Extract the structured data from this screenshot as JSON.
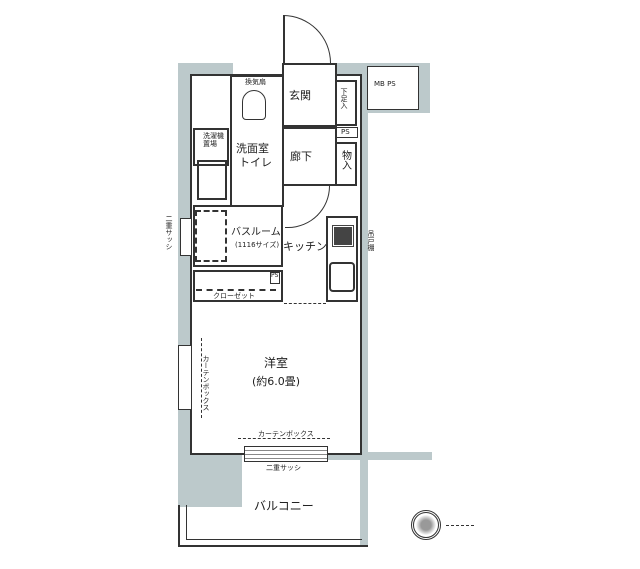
{
  "rooms": {
    "entrance": "玄関",
    "shoe_storage": "下足入",
    "hallway": "廊下",
    "storage": "物入",
    "ps": "PS",
    "ps2": "PS",
    "ps3": "PS",
    "washroom": "洗面室\nトイレ",
    "washroom_line1": "洗面室",
    "washroom_line2": "トイレ",
    "washer": "洗濯機置場",
    "bathroom": "バスルーム",
    "bathroom_size": "(1116サイズ)",
    "kitchen": "キッチン",
    "closet": "クローゼット",
    "western_room": "洋室",
    "western_room_size": "(約6.0畳)",
    "curtain_box": "カーテンボックス",
    "curtain_box_left": "カーテンボックス",
    "double_sash": "二重サッシ",
    "double_sash_left": "二重サッシ",
    "balcony": "バルコニー",
    "mb_ps": "MB PS",
    "wall_cabinet": "吊戸棚",
    "vent": "換気扇"
  },
  "colors": {
    "wall": "#bcc9cb",
    "line": "#333333"
  },
  "icons": {
    "compass": "compass-north-icon"
  }
}
